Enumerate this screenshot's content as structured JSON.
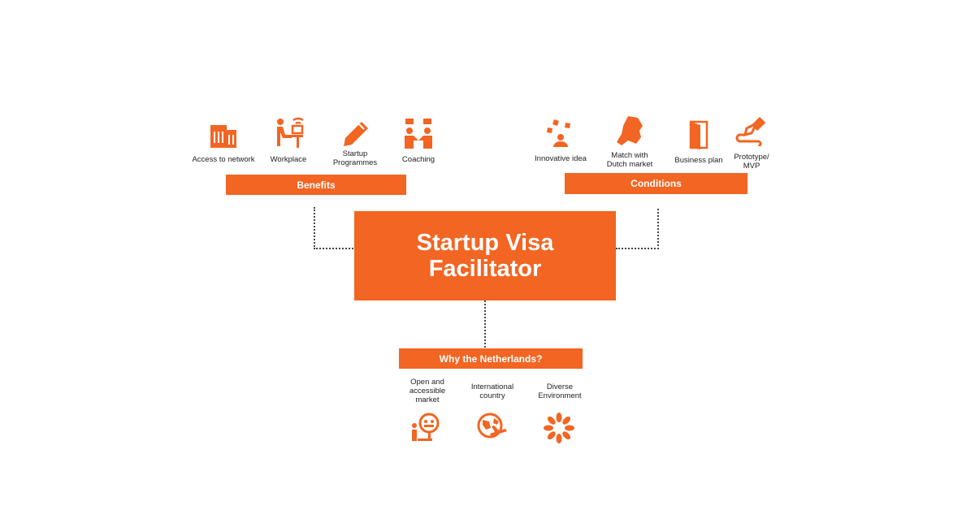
{
  "center": {
    "line1": "Startup Visa",
    "line2": "Facilitator"
  },
  "benefits": {
    "title": "Benefits",
    "items": [
      {
        "label": "Access to network",
        "icon": "building-icon"
      },
      {
        "label": "Workplace",
        "icon": "person-desk-wifi-icon"
      },
      {
        "label": "Startup Programmes",
        "icon": "pencil-icon"
      },
      {
        "label": "Coaching",
        "icon": "people-talking-icon"
      }
    ]
  },
  "conditions": {
    "title": "Conditions",
    "items": [
      {
        "label": "Innovative idea",
        "icon": "puzzle-person-icon"
      },
      {
        "label": "Match with Dutch market",
        "icon": "netherlands-map-icon"
      },
      {
        "label": "Business plan",
        "icon": "door-book-icon"
      },
      {
        "label": "Prototype/ MVP",
        "icon": "pen-nib-icon"
      }
    ]
  },
  "why": {
    "title": "Why the Netherlands?",
    "items": [
      {
        "label": "Open and accessible market",
        "icon": "person-market-sign-icon"
      },
      {
        "label": "International country",
        "icon": "globe-plane-icon"
      },
      {
        "label": "Diverse Environment",
        "icon": "people-circle-icon"
      }
    ]
  },
  "colors": {
    "accent": "#f26522"
  }
}
